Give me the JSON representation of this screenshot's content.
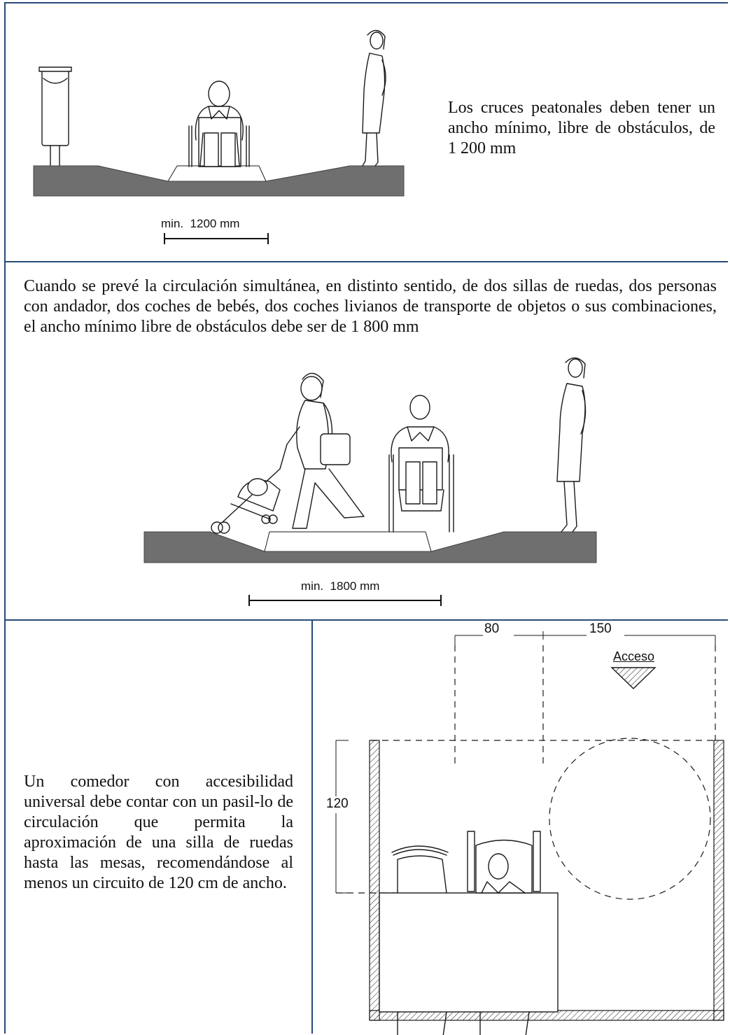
{
  "panel1": {
    "caption": "Los cruces peatonales deben tener un ancho mínimo, libre de obstáculos, de 1 200 mm",
    "dimension_label": "min.  1200 mm"
  },
  "panel2": {
    "caption": "Cuando se prevé la circulación simultánea, en distinto sentido, de dos sillas de ruedas, dos personas con andador, dos coches de bebés, dos coches livianos de transporte de objetos o sus combinaciones, el ancho mínimo libre de obstáculos debe ser de 1 800 mm",
    "dimension_label": "min.  1800 mm"
  },
  "panel3": {
    "caption": "Un comedor con accesibilidad universal debe contar con un pasil-lo de circulación que permita la aproximación de una silla de ruedas hasta las mesas, recomendándose al menos un circuito de 120 cm de ancho.",
    "dim_top_left": "80",
    "dim_top_right": "150",
    "dim_side": "120",
    "access_label": "Acceso"
  },
  "colors": {
    "border": "#2a4a78",
    "ground": "#6f6f6f",
    "ink": "#1a1a1a"
  }
}
